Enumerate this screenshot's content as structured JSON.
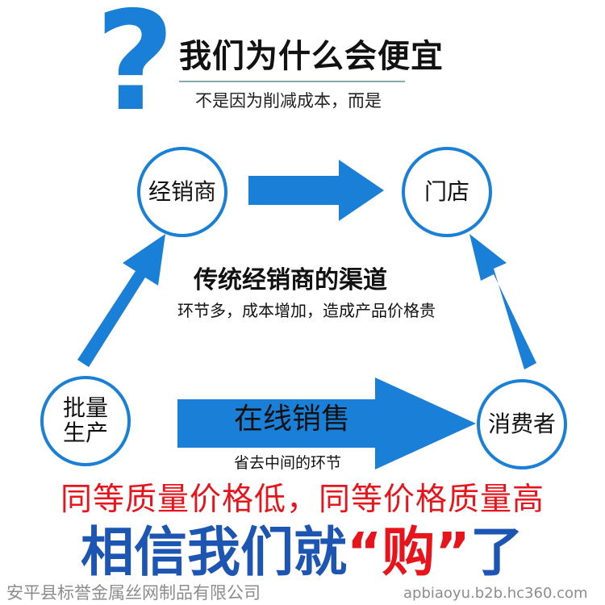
{
  "header": {
    "question_mark": "?",
    "title": "我们为什么会便宜",
    "subtitle": "不是因为削减成本，而是"
  },
  "nodes": {
    "distributor": "经销商",
    "store": "门店",
    "producer": "批量生产",
    "consumer": "消费者"
  },
  "traditional": {
    "title": "传统经销商的渠道",
    "desc": "环节多，成本增加，造成产品价格贵"
  },
  "online": {
    "title": "在线销售",
    "desc": "省去中间的环节"
  },
  "slogan": "同等质量价格低，同等价格质量高",
  "bottom": {
    "part1": "相信我们就",
    "part2": "“购”",
    "part3": "了"
  },
  "watermark": {
    "company": "安平县标誉金属丝网制品有限公司",
    "url": "apbiaoyu.b2b.hc360.com"
  },
  "colors": {
    "blue": "#1a7fd6",
    "red": "#e8141b",
    "dark_blue": "#1d55b3"
  }
}
